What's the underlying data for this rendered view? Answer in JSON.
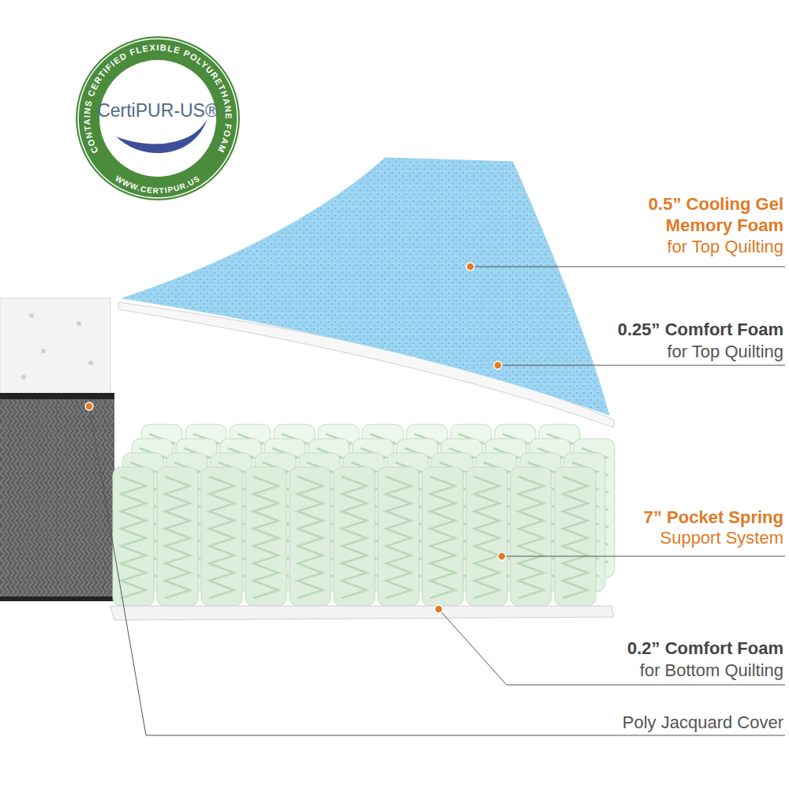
{
  "diagram": {
    "nodes": [
      {
        "text": [
          "CONTAINS CERTIFIED FLEXIBLE POLYURETHANE FOAM",
          "CertiPUR-US®",
          "WWW.CERTIPUR.US"
        ]
      }
    ],
    "labels": [
      "0.5” Cooling Gel Memory Foam",
      "for Top Quilting",
      "0.25” Comfort Foam",
      "for Top Quilting",
      "7” Pocket Spring",
      "Support System",
      "0.2” Comfort Foam",
      "for Bottom Quilting",
      "Poly Jacquard Cover"
    ]
  }
}
